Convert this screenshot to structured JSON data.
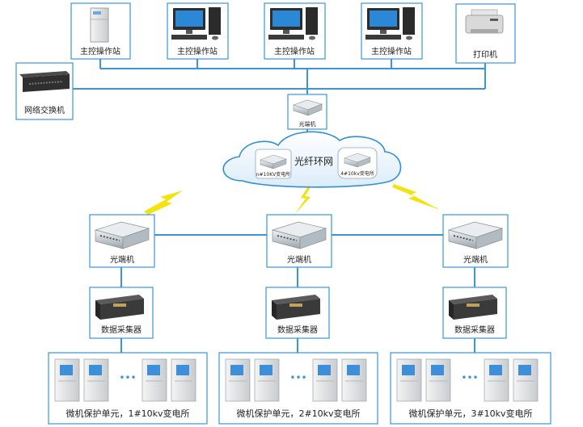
{
  "workstations": [
    {
      "label": "主控操作站"
    },
    {
      "label": "主控操作站"
    },
    {
      "label": "主控操作站"
    },
    {
      "label": "主控操作站"
    }
  ],
  "printer": {
    "label": "打印机"
  },
  "network_switch": {
    "label": "网络交换机"
  },
  "top_optical_terminal": {
    "label": "光端机"
  },
  "fiber_ring": {
    "label": "光纤环网",
    "node_left": "n#10KV变电所",
    "node_right": "4#10kv变电所"
  },
  "substations": [
    {
      "optical_label": "光端机",
      "collector_label": "数据采集器",
      "unit_label": "微机保护单元，1#10kv变电所"
    },
    {
      "optical_label": "光端机",
      "collector_label": "数据采集器",
      "unit_label": "微机保护单元，2#10kv变电所"
    },
    {
      "optical_label": "光端机",
      "collector_label": "数据采集器",
      "unit_label": "微机保护单元，3#10kv变电所"
    }
  ],
  "ellipsis": "•••",
  "colors": {
    "line": "#3a96d8",
    "box": "#3a96d8",
    "lightning": "#f3e30f",
    "cloud_edge": "#2f8fd6",
    "cloud_fill": "#eef6fd"
  }
}
